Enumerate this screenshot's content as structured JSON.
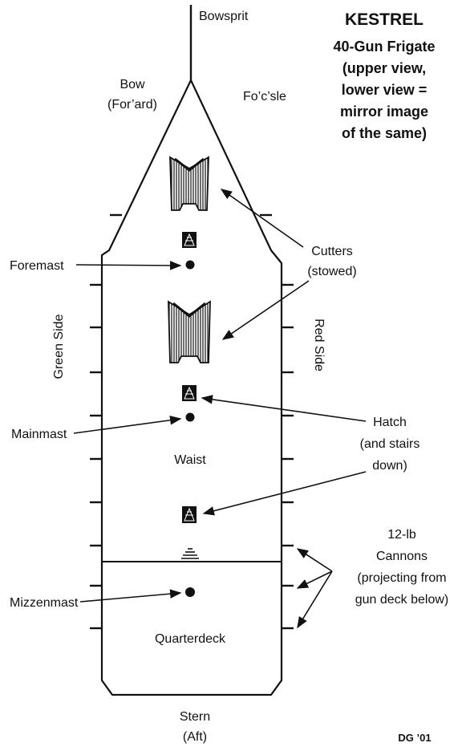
{
  "title": {
    "ship_name": "KESTREL",
    "line1": "40-Gun Frigate",
    "line2": "(upper view,",
    "line3": "lower view =",
    "line4": "mirror image",
    "line5": "of the same)"
  },
  "labels": {
    "bowsprit": "Bowsprit",
    "bow": "Bow",
    "bow_sub": "(For’ard)",
    "focsle": "Fo’c’sle",
    "cutters": "Cutters",
    "cutters_sub": "(stowed)",
    "foremast": "Foremast",
    "green_side": "Green Side",
    "red_side": "Red Side",
    "mainmast": "Mainmast",
    "waist": "Waist",
    "hatch": "Hatch",
    "hatch_sub1": "(and stairs",
    "hatch_sub2": "down)",
    "cannons": "12-lb",
    "cannons_sub1": "Cannons",
    "cannons_sub2": "(projecting from",
    "cannons_sub3": "gun deck below)",
    "mizzenmast": "Mizzenmast",
    "quarterdeck": "Quarterdeck",
    "stern": "Stern",
    "stern_sub": "(Aft)",
    "signature": "DG ’01"
  },
  "colors": {
    "ink": "#111111",
    "paper": "#ffffff"
  }
}
